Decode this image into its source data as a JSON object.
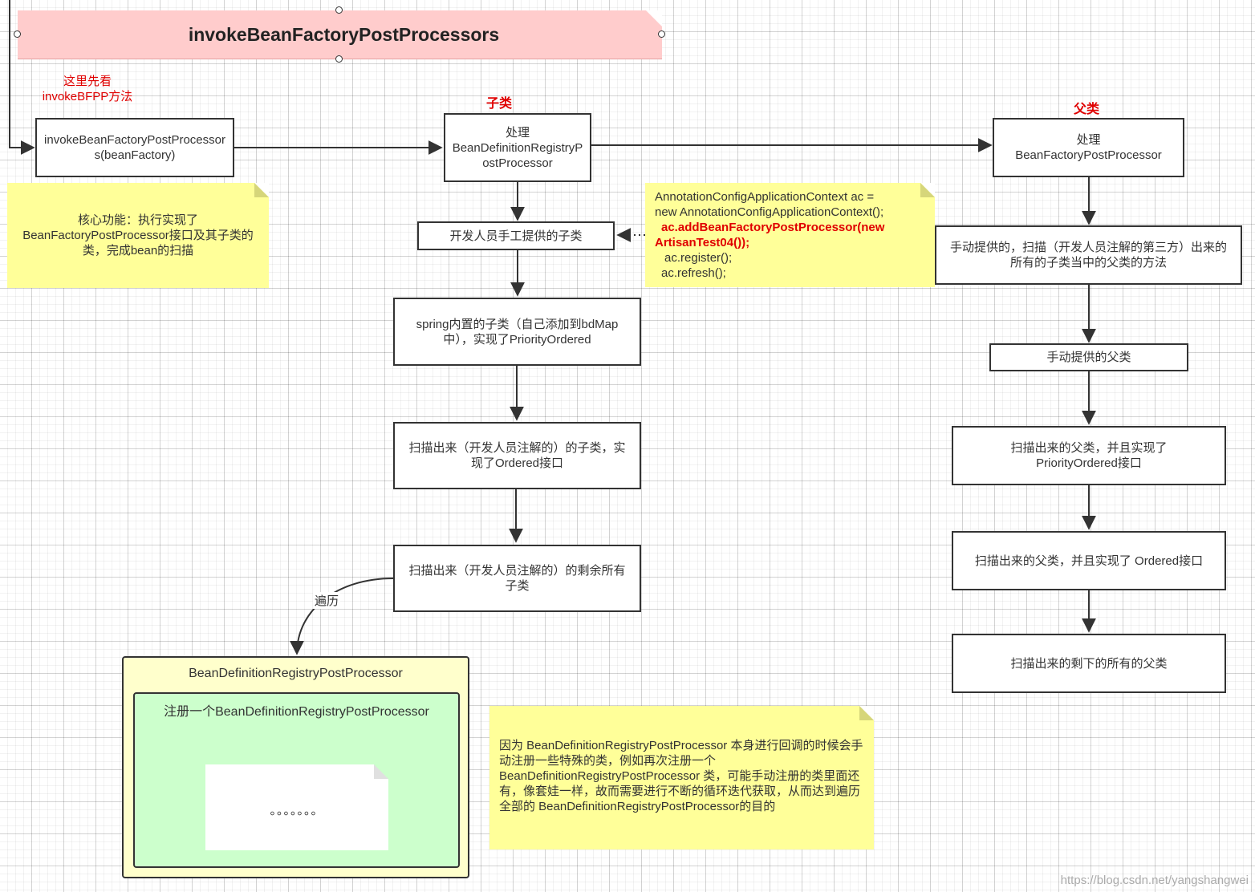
{
  "title": "invokeBeanFactoryPostProcessors",
  "labels": {
    "look_first_line1": "这里先看",
    "look_first_line2": "invokeBFPP方法",
    "subclass": "子类",
    "parent_class": "父类",
    "traverse": "遍历"
  },
  "nodes": {
    "entry": "invokeBeanFactoryPostProcessors(beanFactory)",
    "handle_bdrpp_1": "处理",
    "handle_bdrpp_2": "BeanDefinitionRegistryPostProcessor",
    "dev_manual_sub": "开发人员手工提供的子类",
    "spring_builtin_sub": "spring内置的子类（自己添加到bdMap中），实现了PriorityOrdered",
    "scanned_sub_ordered": "扫描出来（开发人员注解的）的子类，实现了Ordered接口",
    "scanned_sub_rest": "扫描出来（开发人员注解的）的剩余所有子类",
    "handle_bfpp_1": "处理",
    "handle_bfpp_2": "BeanFactoryPostProcessor",
    "manual_scan_parent": "手动提供的，扫描（开发人员注解的第三方）出来的所有的子类当中的父类的方法",
    "manual_parent": "手动提供的父类",
    "scanned_parent_priority": "扫描出来的父类，并且实现了PriorityOrdered接口",
    "scanned_parent_ordered": "扫描出来的父类，并且实现了 Ordered接口",
    "scanned_parent_rest": "扫描出来的剩下的所有的父类"
  },
  "notes": {
    "core_function": "核心功能：执行实现了BeanFactoryPostProcessor接口及其子类的类，完成bean的扫描",
    "code_line1": "AnnotationConfigApplicationContext ac =",
    "code_line2": "new AnnotationConfigApplicationContext();",
    "code_line3": "ac.addBeanFactoryPostProcessor(new",
    "code_line4": "ArtisanTest04());",
    "code_line5": "ac.register();",
    "code_line6": "ac.refresh();",
    "explanation": "因为 BeanDefinitionRegistryPostProcessor 本身进行回调的时候会手动注册一些特殊的类，例如再次注册一个BeanDefinitionRegistryPostProcessor 类，可能手动注册的类里面还有，像套娃一样，故而需要进行不断的循环迭代获取，从而达到遍历全部的 BeanDefinitionRegistryPostProcessor的目的"
  },
  "container": {
    "outer_title": "BeanDefinitionRegistryPostProcessor",
    "inner_title": "注册一个BeanDefinitionRegistryPostProcessor",
    "ellipsis": "。。。。。。。"
  },
  "watermark": "https://blog.csdn.net/yangshangwei",
  "colors": {
    "title_fill": "#ffcccc",
    "note_fill": "#ffff99",
    "container_fill": "#ffffcc",
    "inner_fill": "#ccffcc",
    "highlight_text": "#e00000"
  }
}
